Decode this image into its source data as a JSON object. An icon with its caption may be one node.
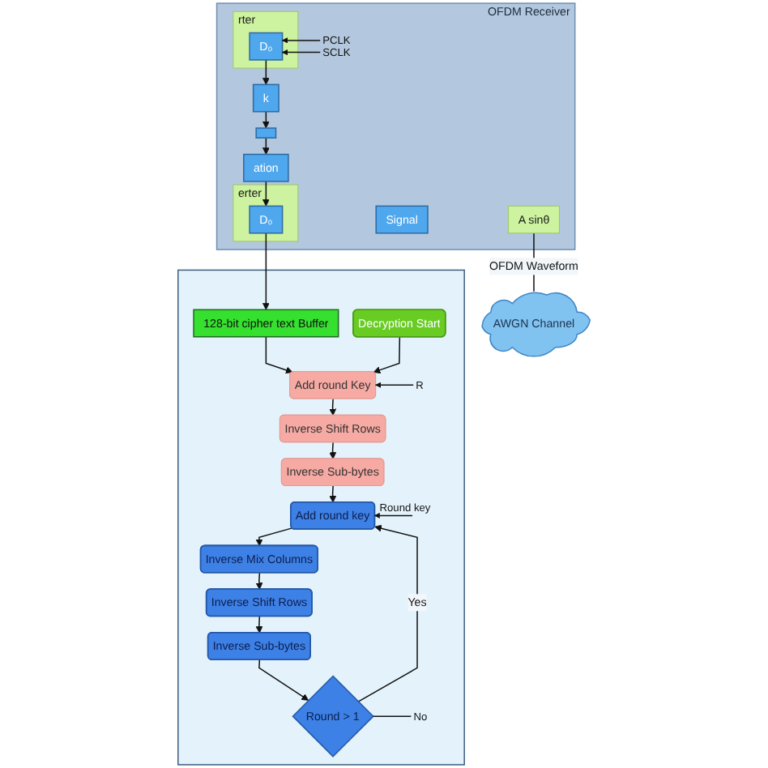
{
  "diagram": {
    "nodes": [
      {
        "text": [
          "OFDM Receiver"
        ]
      },
      {
        "text": [
          "erter"
        ],
        "in": 0
      },
      {
        "text": [
          "D₀"
        ],
        "in": 1
      },
      {
        "text": [
          "ation"
        ],
        "in": 0
      },
      {
        "text": [],
        "shape": "box",
        "in": 0
      },
      {
        "text": [
          "k"
        ],
        "in": 0
      },
      {
        "text": [
          "rter"
        ],
        "in": 0
      },
      {
        "text": [
          "D₀"
        ],
        "in": 6
      },
      {
        "text": [
          "Signal"
        ],
        "in": 0
      },
      {
        "text": [
          "A sinθ"
        ],
        "in": 0
      },
      {
        "text": [],
        "shape": "box"
      },
      {
        "text": [
          "Decryption Start"
        ],
        "in": 10
      },
      {
        "text": [
          "128-bit cipher text Buffer"
        ],
        "in": 10
      },
      {
        "text": [
          "Add round Key"
        ],
        "in": 10
      },
      {
        "text": [
          "Inverse Shift Rows"
        ],
        "in": 10
      },
      {
        "text": [
          "Inverse Sub-bytes"
        ],
        "in": 10
      },
      {
        "text": [
          "Add round key"
        ],
        "in": 10
      },
      {
        "text": [
          "Inverse Mix Columns"
        ],
        "in": 10
      },
      {
        "text": [
          "Inverse Shift Rows"
        ],
        "in": 10
      },
      {
        "text": [
          "Inverse Sub-bytes"
        ],
        "in": 10
      },
      {
        "text": [
          "Round > 1"
        ],
        "in": 10
      },
      {
        "text": [
          "AWGN Channel"
        ]
      }
    ],
    "edges": [
      {
        "from": 7,
        "to": 5,
        "arrow": "to"
      },
      {
        "from": 5,
        "to": 4,
        "arrow": "to"
      },
      {
        "from": 4,
        "to": 3,
        "arrow": "to"
      },
      {
        "from": 3,
        "to": 2,
        "arrow": "to"
      },
      {
        "from": null,
        "to": 7,
        "arrow": "to",
        "label": "PCLK"
      },
      {
        "from": null,
        "to": 7,
        "arrow": "to",
        "label": "SCLK"
      },
      {
        "from": 2,
        "to": 12,
        "arrow": "to"
      },
      {
        "from": 12,
        "to": 13,
        "arrow": "to"
      },
      {
        "from": 11,
        "to": 13,
        "arrow": "to"
      },
      {
        "from": null,
        "to": 13,
        "arrow": "to",
        "label": "R"
      },
      {
        "from": 13,
        "to": 14,
        "arrow": "to"
      },
      {
        "from": 14,
        "to": 15,
        "arrow": "to"
      },
      {
        "from": 15,
        "to": 16,
        "arrow": "to"
      },
      {
        "from": null,
        "to": 16,
        "arrow": "to",
        "label": "Round key"
      },
      {
        "from": 16,
        "to": 17,
        "arrow": "to"
      },
      {
        "from": 17,
        "to": 18,
        "arrow": "to"
      },
      {
        "from": 18,
        "to": 19,
        "arrow": "to"
      },
      {
        "from": 19,
        "to": 20,
        "arrow": "to"
      },
      {
        "from": 20,
        "to": 16,
        "arrow": "to",
        "label": "Yes"
      },
      {
        "from": 20,
        "to": null,
        "arrow": "none",
        "label": "No"
      },
      {
        "from": 9,
        "to": 21,
        "arrow": "none",
        "label": "OFDM Waveform"
      }
    ]
  }
}
